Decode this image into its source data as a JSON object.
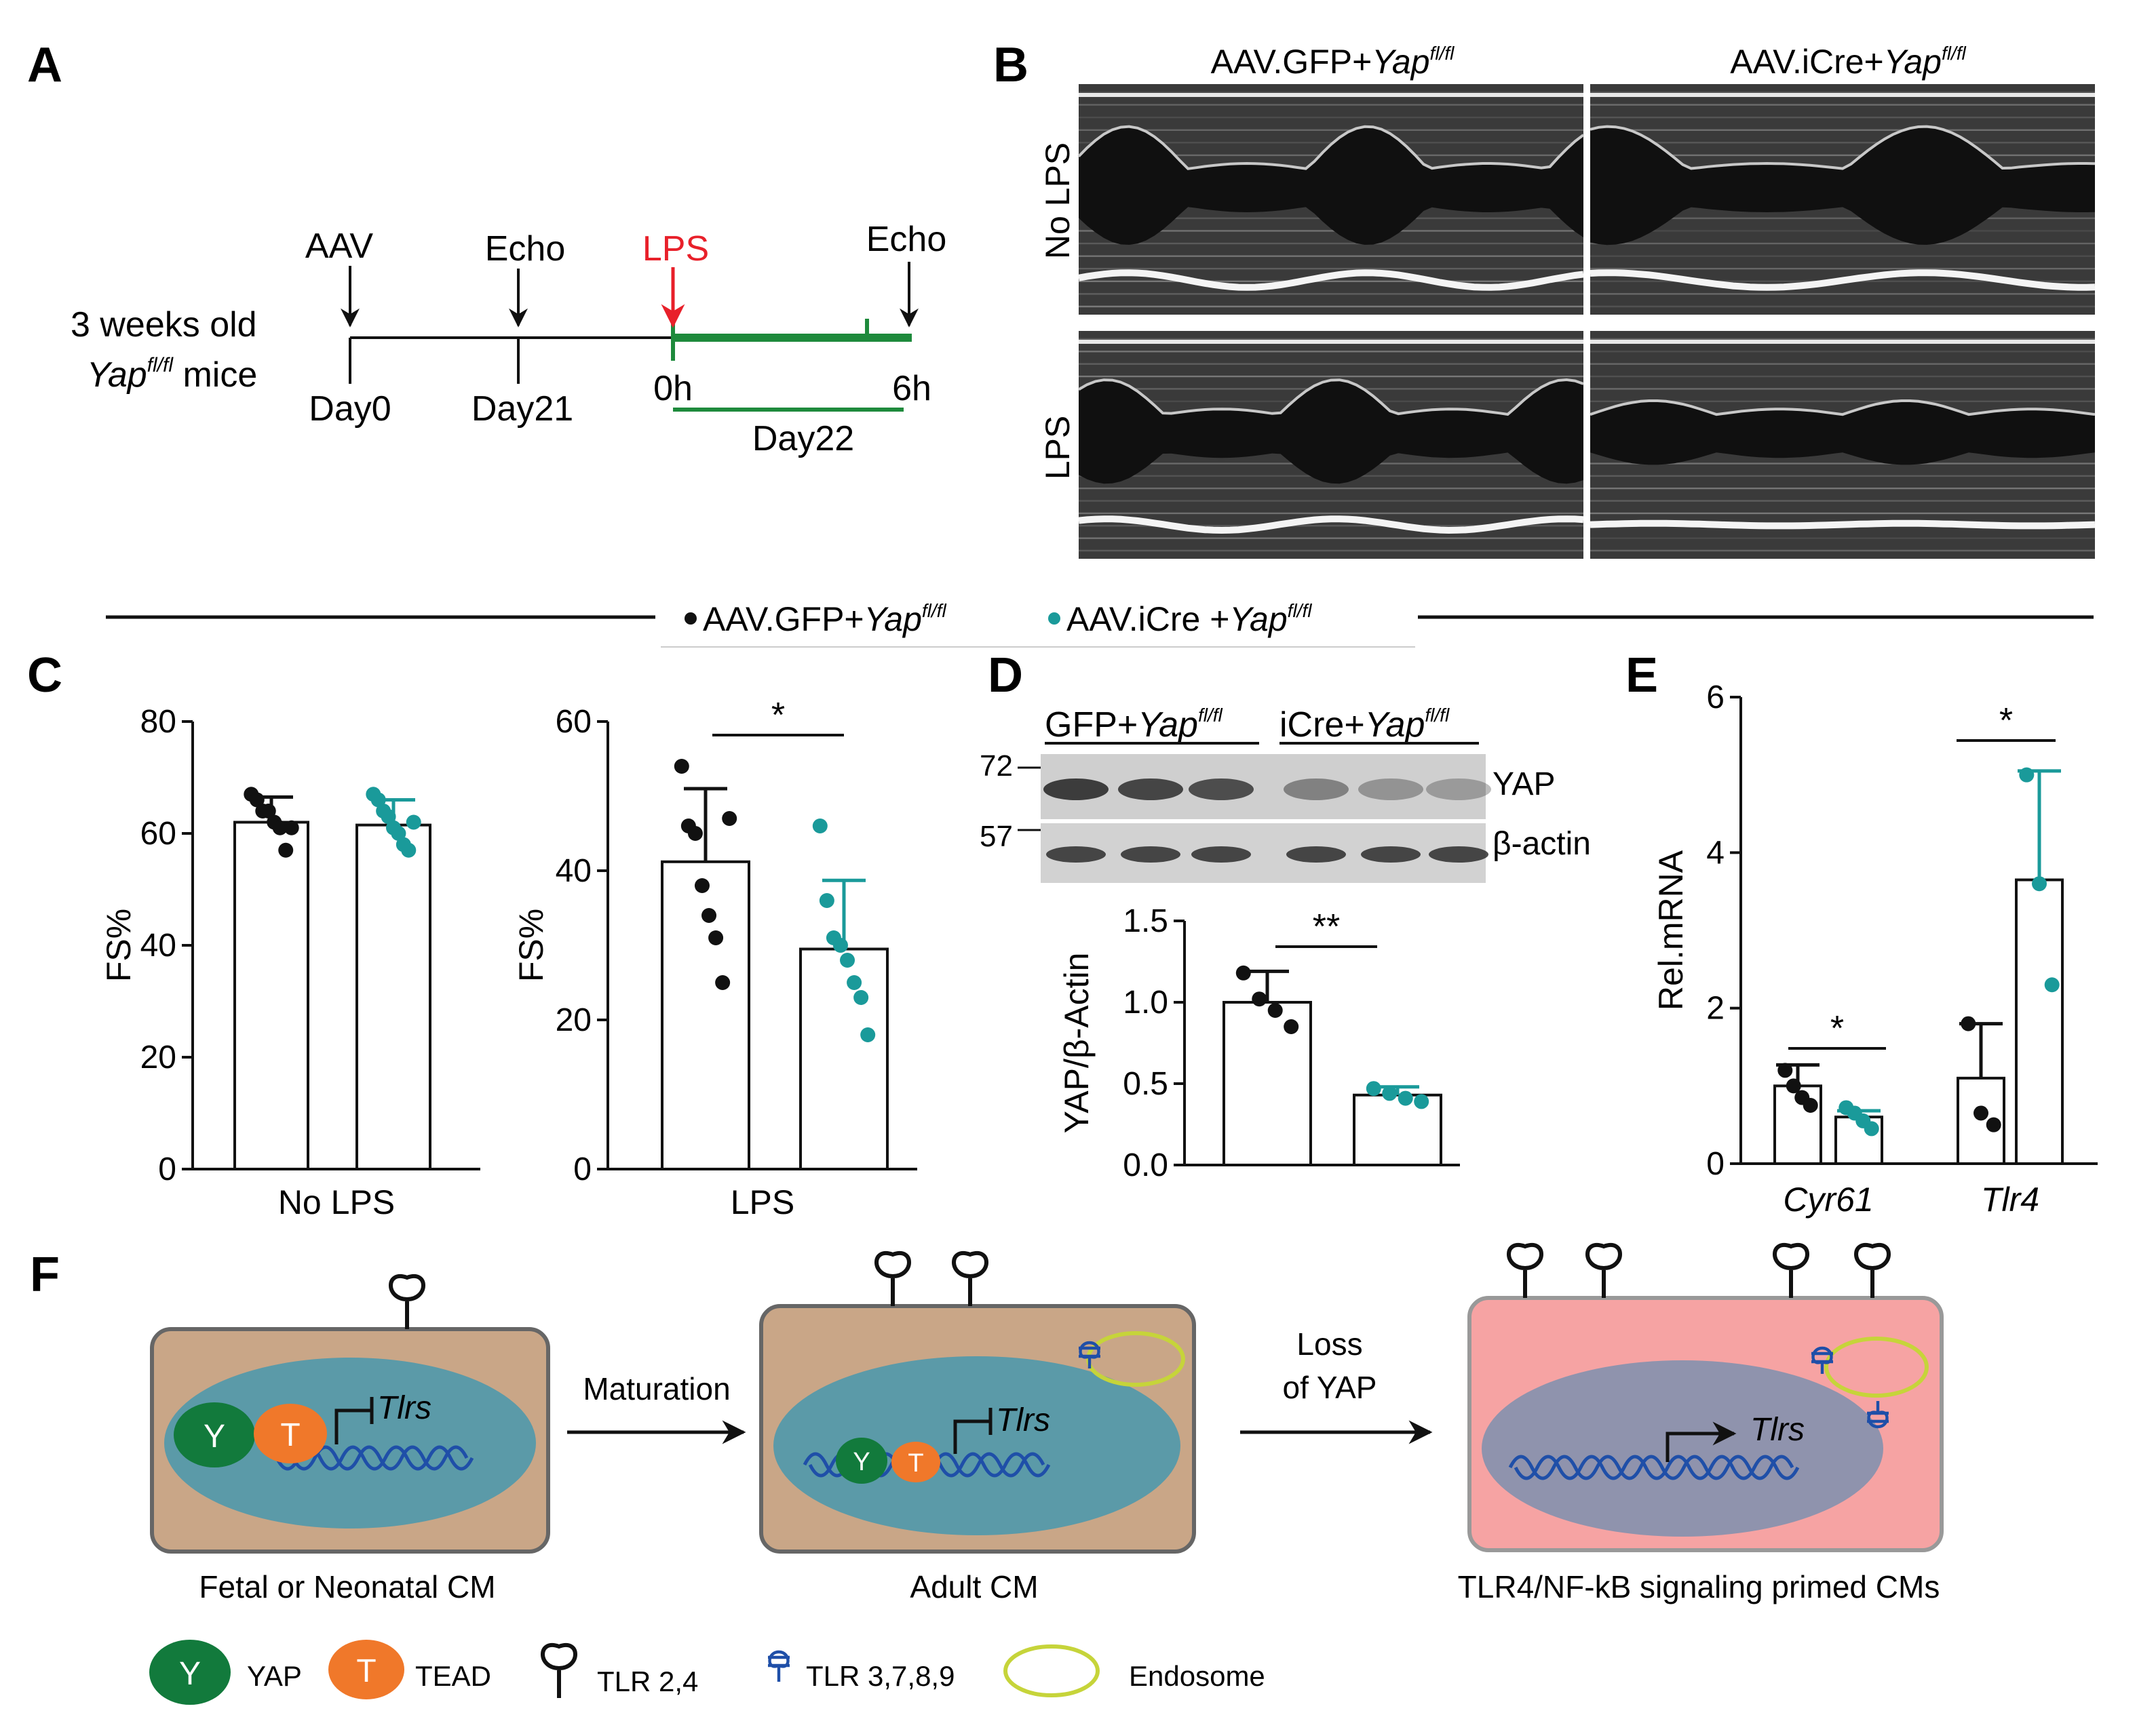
{
  "panel_letters": {
    "a": "A",
    "b": "B",
    "c": "C",
    "d": "D",
    "e": "E",
    "f": "F"
  },
  "colors": {
    "ctrl": "#111111",
    "ko": "#1a9a9a",
    "lps": "#e8202a",
    "timeline": "#1e8a3c",
    "cell_brown": "#c9a687",
    "cell_pink": "#f6a3a3",
    "nucleus": "#5b9aa8",
    "nucleus_primed": "#8f93ad",
    "yap": "#127a3c",
    "tead": "#f0782a",
    "endosome": "#c6d43a",
    "tlr_endo": "#1f4fa8",
    "dna": "#1f4fa8"
  },
  "panelA": {
    "start_line1": "3 weeks old",
    "start_line2_italic": "Yap",
    "start_line2_sup": "fl/fl",
    "start_line2_tail": " mice",
    "events": [
      {
        "label": "AAV",
        "day": "Day0"
      },
      {
        "label": "Echo",
        "day": "Day21"
      },
      {
        "label": "LPS",
        "day": "0h"
      },
      {
        "label": "Echo",
        "day": "6h"
      }
    ],
    "day22": "Day22"
  },
  "panelB": {
    "col1_a": "AAV.GFP+",
    "col1_i": "Yap",
    "col1_s": "fl/fl",
    "col2_a": "AAV.iCre+",
    "col2_i": "Yap",
    "col2_s": "fl/fl",
    "row1": "No LPS",
    "row2": "LPS"
  },
  "legend": {
    "g1_a": "AAV.GFP+",
    "g1_i": "Yap",
    "g1_s": "fl/fl",
    "g2_a": "AAV.iCre +",
    "g2_i": "Yap",
    "g2_s": "fl/fl"
  },
  "chart_data": [
    {
      "type": "bar",
      "panel": "C",
      "xlabel": "No LPS",
      "ylabel": "FS%",
      "ylim": [
        0,
        80
      ],
      "ticks": [
        0,
        20,
        40,
        60,
        80
      ],
      "series": [
        {
          "mean": 62,
          "sd": 4.5,
          "points": [
            67,
            66,
            64,
            64,
            62,
            61,
            57,
            61
          ]
        },
        {
          "mean": 61.5,
          "sd": 4.5,
          "points": [
            67,
            66,
            64,
            63,
            61,
            60,
            58,
            57,
            62
          ]
        }
      ]
    },
    {
      "type": "bar",
      "panel": "C",
      "xlabel": "LPS",
      "ylabel": "FS%",
      "ylim": [
        0,
        60
      ],
      "ticks": [
        0,
        20,
        40,
        60
      ],
      "series": [
        {
          "mean": 41.2,
          "sd": 9.8,
          "points": [
            54,
            46,
            45,
            38,
            34,
            31,
            25,
            47
          ]
        },
        {
          "mean": 29.5,
          "sd": 9.2,
          "points": [
            46,
            36,
            31,
            30,
            28,
            25,
            23,
            18
          ]
        }
      ],
      "significance": "*"
    },
    {
      "type": "bar",
      "panel": "D",
      "xlabel": "",
      "ylabel": "YAP/β-Actin",
      "ylim": [
        0,
        1.5
      ],
      "ticks": [
        "0.0",
        "0.5",
        "1.0",
        "1.5"
      ],
      "series": [
        {
          "mean": 1.0,
          "sd": 0.19,
          "points": [
            1.18,
            1.02,
            0.95,
            0.85
          ]
        },
        {
          "mean": 0.43,
          "sd": 0.05,
          "points": [
            0.47,
            0.44,
            0.41,
            0.39
          ]
        }
      ],
      "significance": "**"
    },
    {
      "type": "bar",
      "panel": "E",
      "ylabel": "Rel.mRNA",
      "ylim": [
        0,
        6
      ],
      "ticks": [
        0,
        2,
        4,
        6
      ],
      "categories": [
        "Cyr61",
        "Tlr4"
      ],
      "series": [
        {
          "means": [
            1.0,
            1.1
          ],
          "sds": [
            0.27,
            0.7
          ],
          "points": [
            [
              1.2,
              1.0,
              0.85,
              0.75
            ],
            [
              1.8,
              0.65,
              0.5
            ]
          ]
        },
        {
          "means": [
            0.6,
            3.65
          ],
          "sds": [
            0.08,
            1.4
          ],
          "points": [
            [
              0.72,
              0.65,
              0.55,
              0.45
            ],
            [
              5.0,
              3.6,
              2.3
            ]
          ]
        }
      ],
      "significance": [
        "*",
        "*"
      ]
    }
  ],
  "panelD_blot": {
    "group1_a": "GFP+",
    "group1_i": "Yap",
    "group1_s": "fl/fl",
    "group2_a": "iCre+",
    "group2_i": "Yap",
    "group2_s": "fl/fl",
    "mw_top": "72",
    "mw_bottom": "57",
    "band_top": "YAP",
    "band_bottom": "β-actin"
  },
  "panelF": {
    "arrow1": "Maturation",
    "arrow2_line1": "Loss",
    "arrow2_line2": "of YAP",
    "cell1_label": "Fetal or Neonatal CM",
    "cell2_label": "Adult CM",
    "cell3_label": "TLR4/NF-kB signaling primed CMs",
    "gene": "Tlrs",
    "yap_letter": "Y",
    "tead_letter": "T",
    "legend": {
      "yap": "YAP",
      "tead": "TEAD",
      "tlr_surface": "TLR 2,4",
      "tlr_endo": "TLR 3,7,8,9",
      "endosome": "Endosome"
    }
  }
}
